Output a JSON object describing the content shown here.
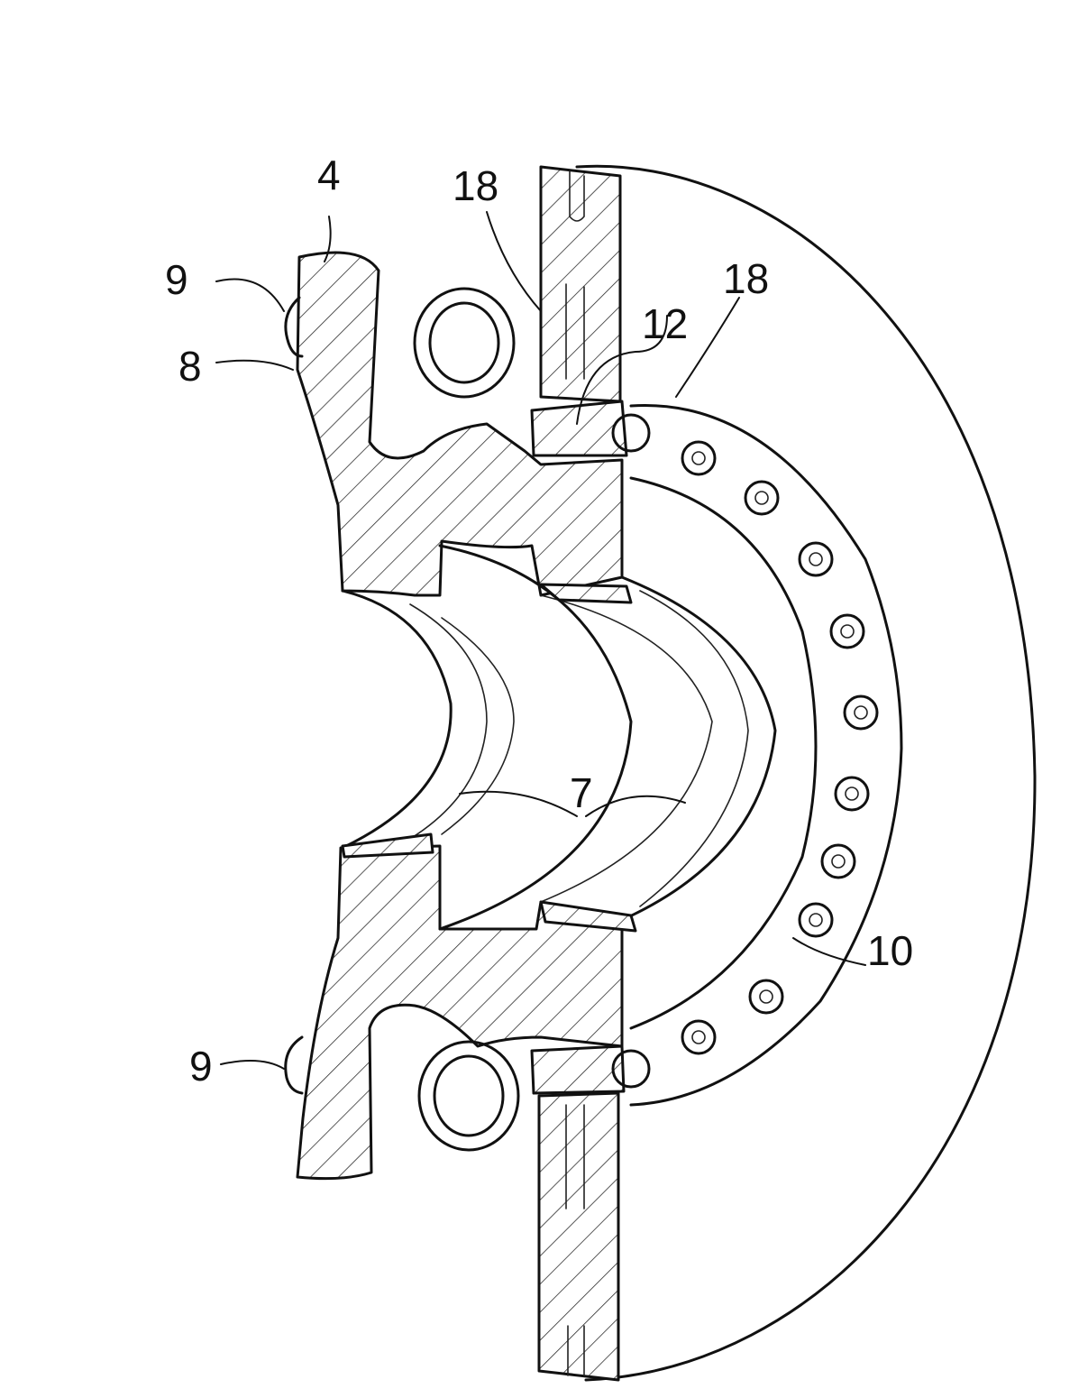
{
  "figure": {
    "labels": {
      "housing": "4",
      "flange": "8",
      "bolt_top": "9",
      "bolt_bottom": "9",
      "seal_left": "18",
      "seal_right": "18",
      "ring": "12",
      "bearing": "7",
      "rolling_ring": "10"
    }
  }
}
